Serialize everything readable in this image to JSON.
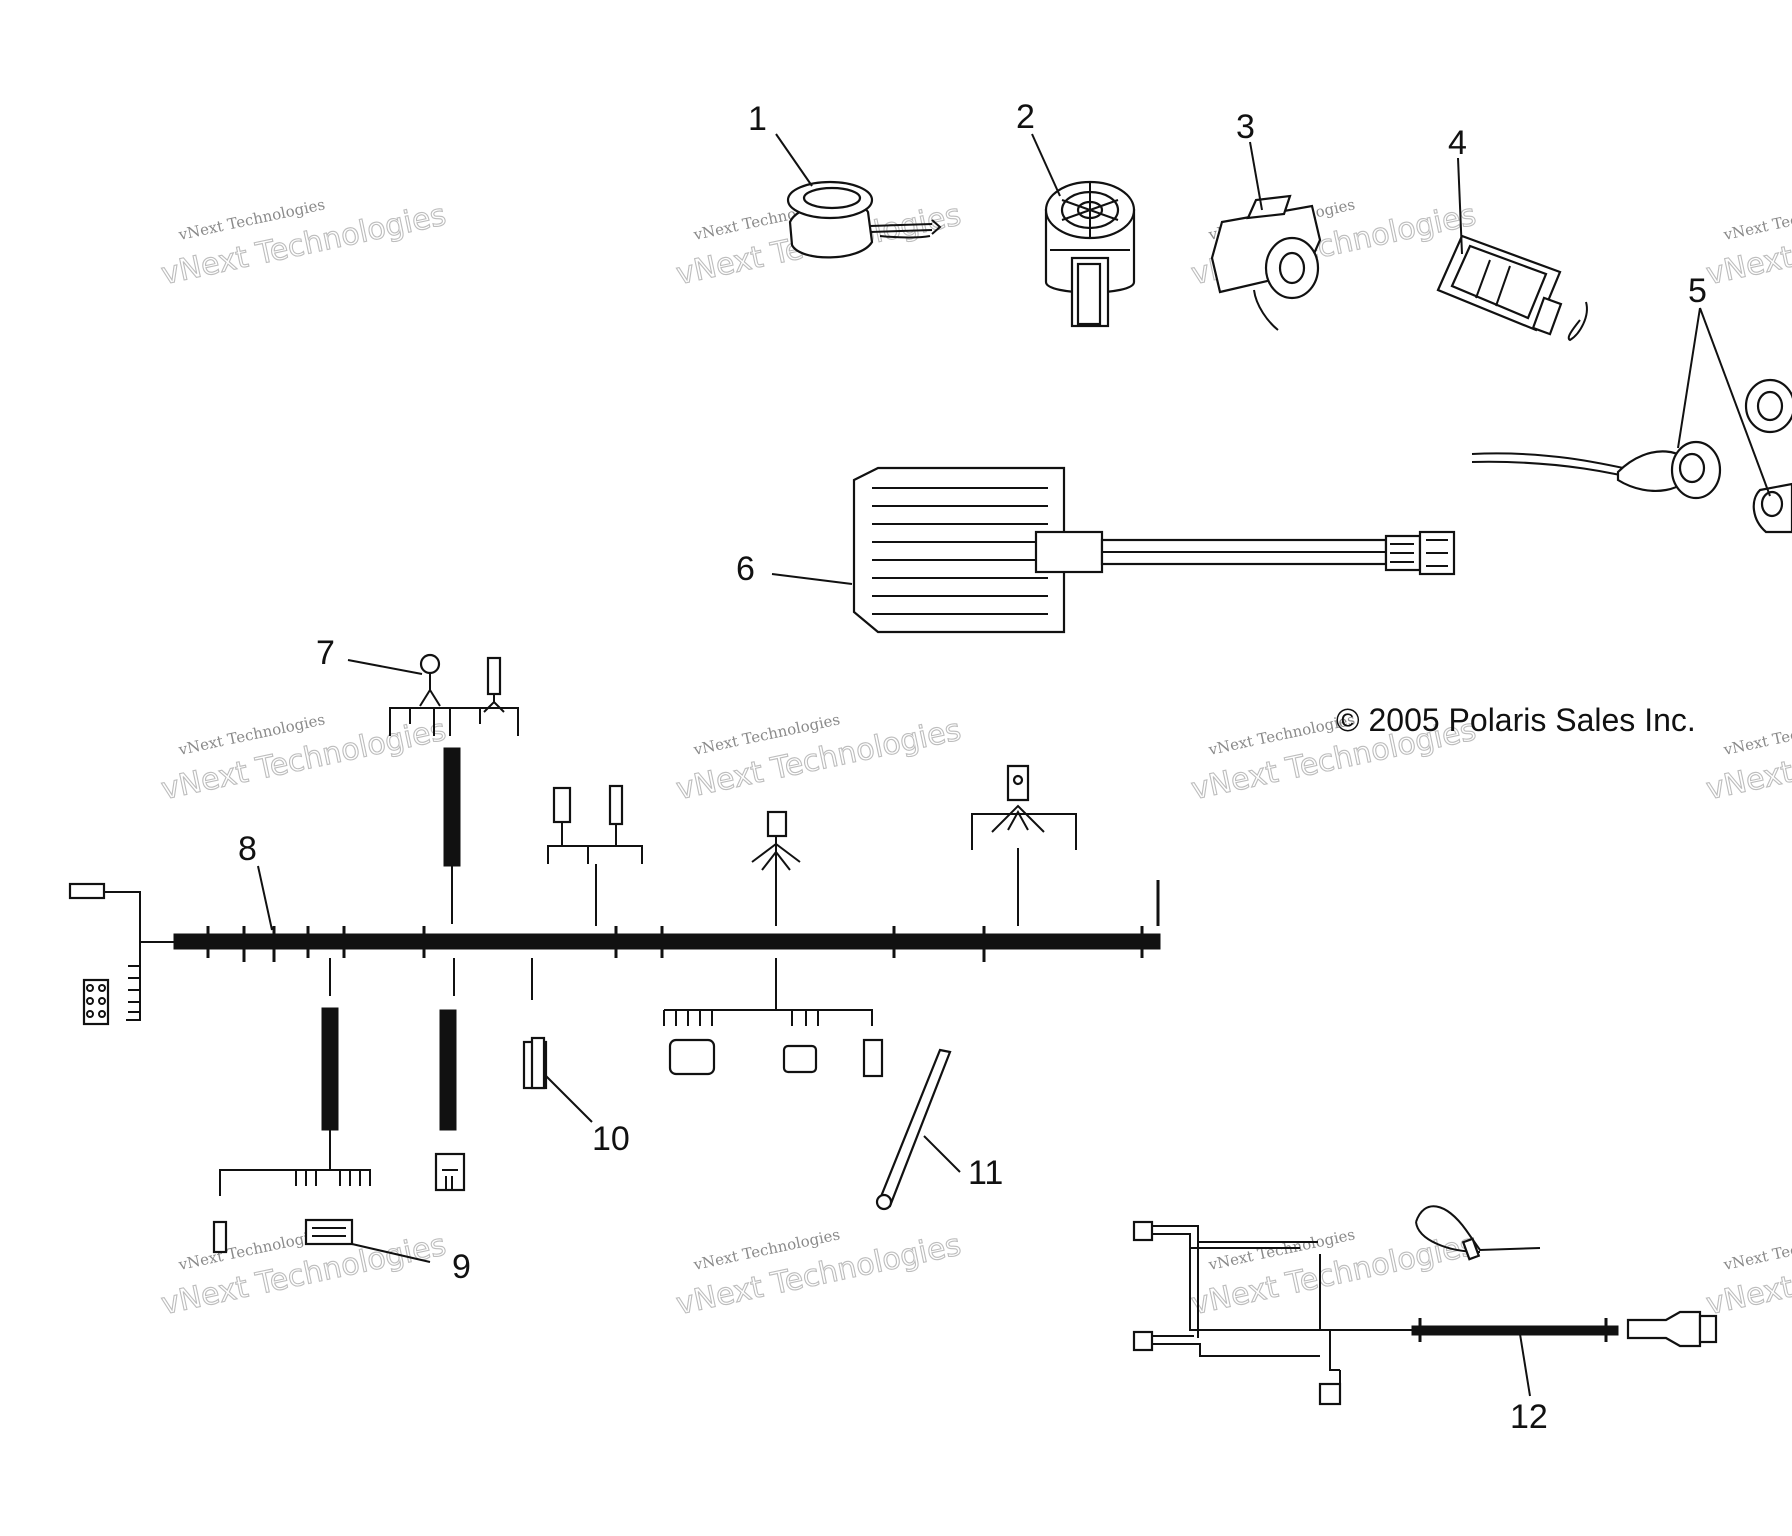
{
  "diagram": {
    "callouts": [
      "1",
      "2",
      "3",
      "4",
      "5",
      "6",
      "7",
      "8",
      "9",
      "10",
      "11",
      "12"
    ],
    "copyright": "© 2005 Polaris Sales Inc.",
    "watermark": {
      "line1": "vNext Technologies",
      "line2": "vNext Technologies"
    }
  }
}
